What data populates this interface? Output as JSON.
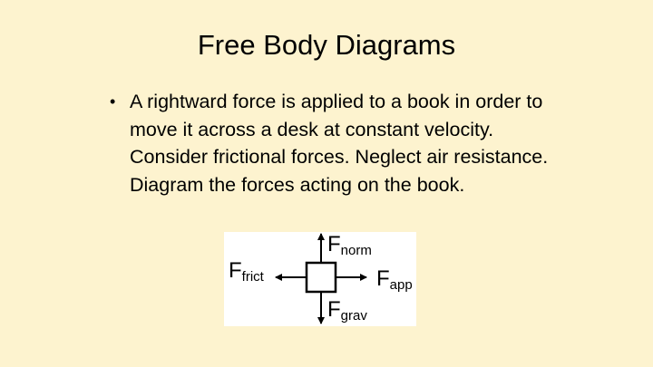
{
  "slide": {
    "title": "Free Body Diagrams",
    "bullets": [
      "A rightward force is applied to a book in order to move it across a desk at constant velocity. Consider frictional forces. Neglect air resistance. Diagram the forces acting on the book."
    ]
  },
  "diagram": {
    "background": "#ffffff",
    "forces": {
      "normal": {
        "symbol": "F",
        "subscript": "norm",
        "direction": "up"
      },
      "applied": {
        "symbol": "F",
        "subscript": "app",
        "direction": "right"
      },
      "friction": {
        "symbol": "F",
        "subscript": "frict",
        "direction": "left"
      },
      "gravity": {
        "symbol": "F",
        "subscript": "grav",
        "direction": "down"
      }
    }
  },
  "colors": {
    "slide_background": "#fdf3cf",
    "text": "#000000"
  }
}
